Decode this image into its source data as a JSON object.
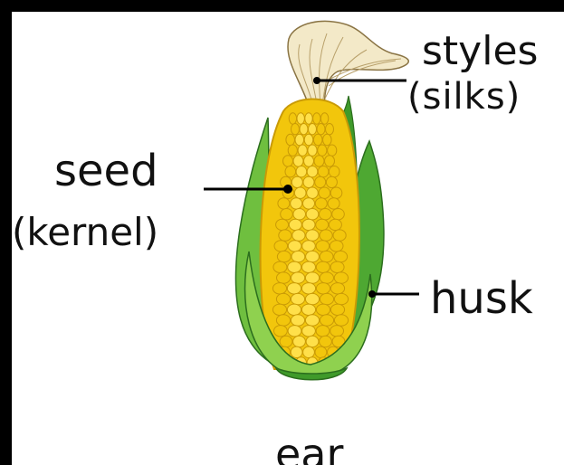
{
  "labels": {
    "styles": "styles",
    "silks": "(silks)",
    "seed": "seed",
    "kernel": "(kernel)",
    "husk": "husk",
    "ear": "ear"
  },
  "colors": {
    "frame": "#000000",
    "background": "#ffffff",
    "husk_light": "#8fd14f",
    "husk_dark": "#3f9a2a",
    "husk_outline": "#2c6e1e",
    "kernel": "#f2c60c",
    "kernel_highlight": "#ffe04a",
    "kernel_outline": "#c99a06",
    "silk": "#f3e9c8",
    "silk_lines": "#b8a06a",
    "pointer": "#000000"
  }
}
